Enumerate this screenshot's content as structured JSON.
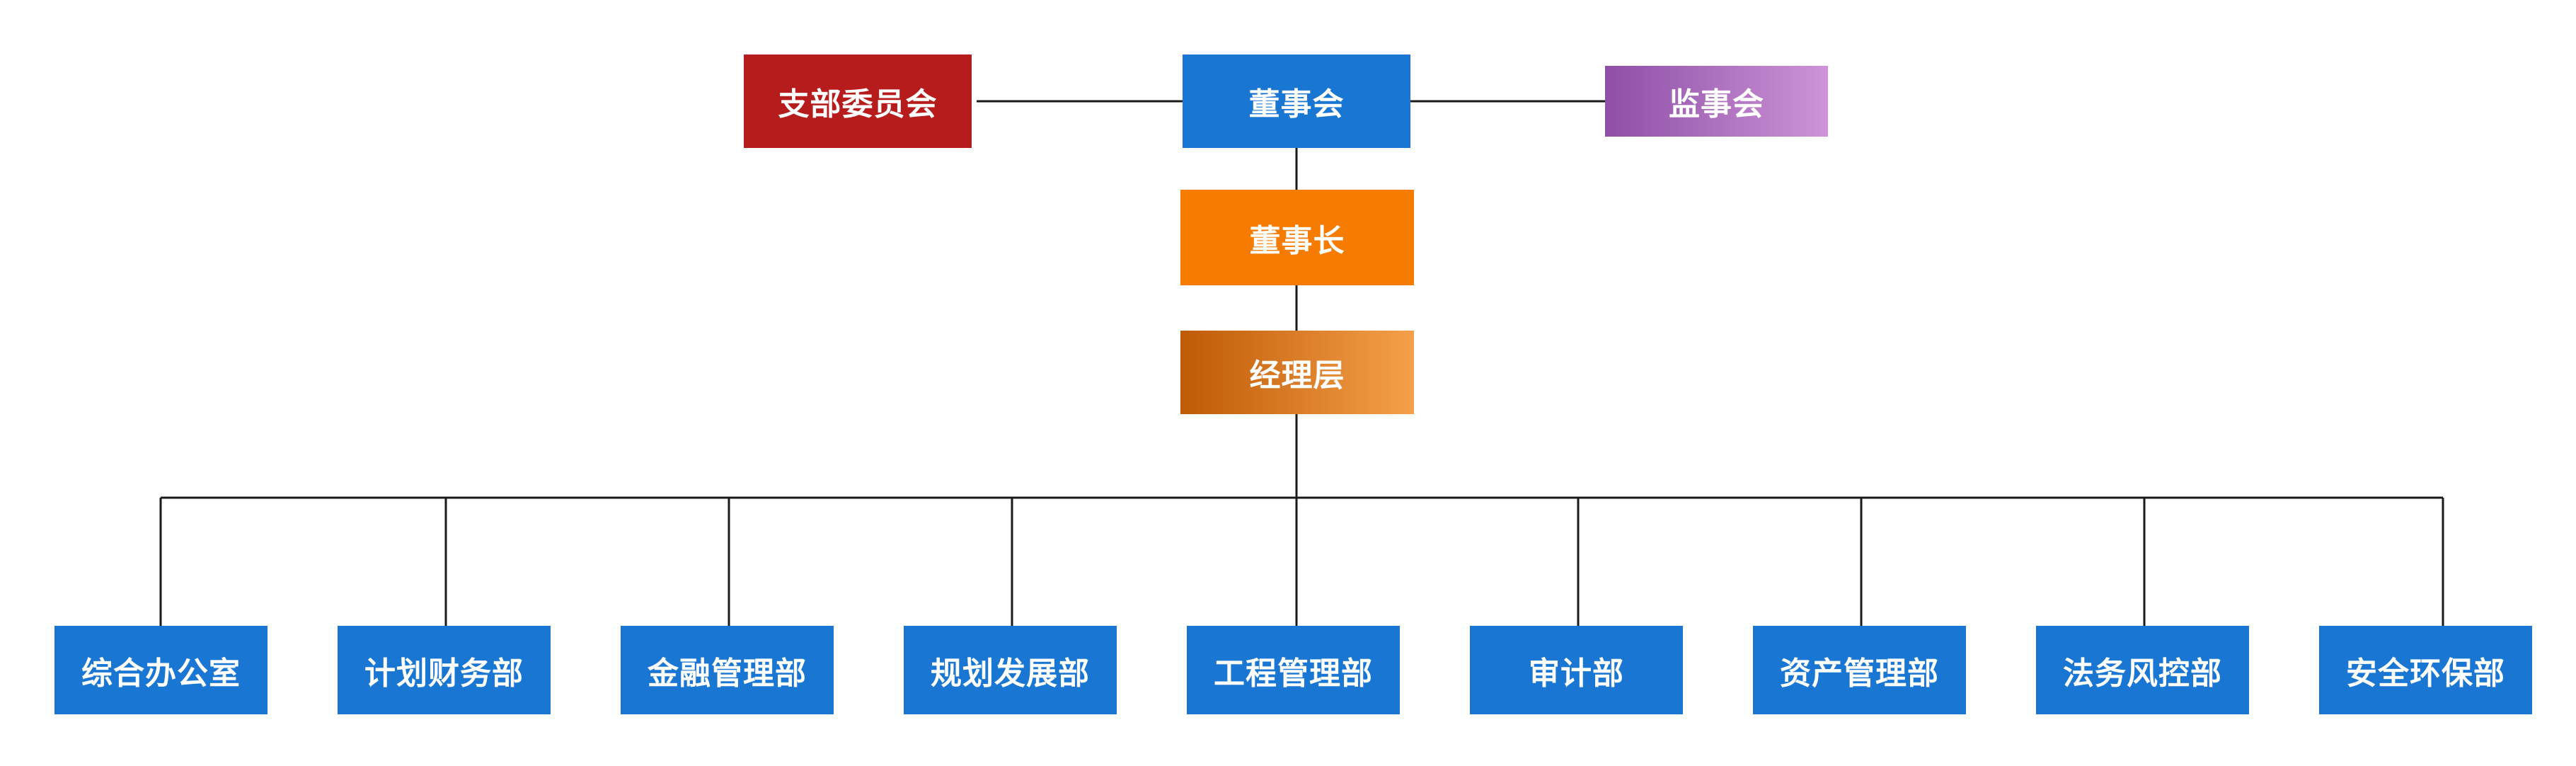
{
  "top_row": {
    "branch_committee": "支部委员会",
    "board": "董事会",
    "supervisors": "监事会"
  },
  "chairman": "董事长",
  "management": "经理层",
  "departments": [
    "综合办公室",
    "计划财务部",
    "金融管理部",
    "规划发展部",
    "工程管理部",
    "审计部",
    "资产管理部",
    "法务风控部",
    "安全环保部"
  ],
  "colors": {
    "blue": "#1976d2",
    "red": "#b71c1c",
    "orange": "#f57c00",
    "purple_gradient": [
      "#8e4fa6",
      "#ce93d8"
    ],
    "brown_gradient": [
      "#bf5a06",
      "#f5a04a"
    ],
    "line": "#1a1a1a"
  }
}
